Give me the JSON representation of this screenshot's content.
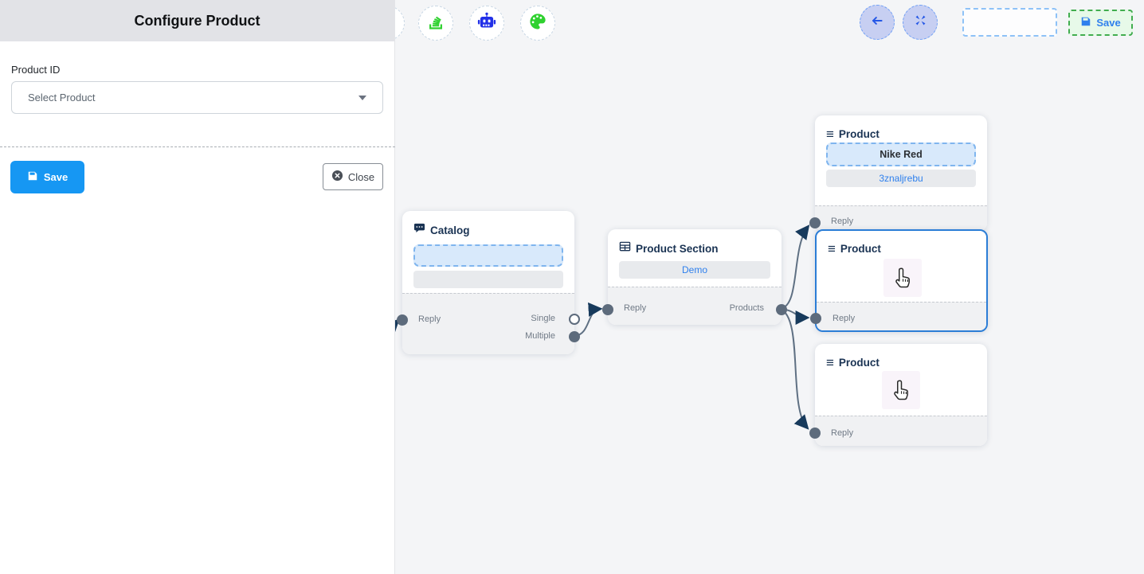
{
  "panel": {
    "title": "Configure Product",
    "product_id_label": "Product ID",
    "select_placeholder": "Select Product",
    "save_label": "Save",
    "close_label": "Close"
  },
  "topbar": {
    "save_label": "Save"
  },
  "toolbar_icons": [
    "stack-icon",
    "robot-icon",
    "palette-icon"
  ],
  "nodes": {
    "catalog": {
      "title": "Catalog",
      "reply": "Reply",
      "single": "Single",
      "multiple": "Multiple"
    },
    "product_section": {
      "title": "Product Section",
      "item": "Demo",
      "reply": "Reply",
      "products": "Products"
    },
    "product1": {
      "title": "Product",
      "item1": "Nike Red",
      "item2": "3znaljrebu",
      "reply": "Reply"
    },
    "product2": {
      "title": "Product",
      "reply": "Reply"
    },
    "product3": {
      "title": "Product",
      "reply": "Reply"
    }
  },
  "colors": {
    "primary_blue": "#1697f3",
    "link_blue": "#2f80ed",
    "node_title_navy": "#1a3353",
    "selected_border": "#2b7dd6",
    "edge_gray": "#5f7083",
    "arrow_navy": "#173a5c",
    "icon_green": "#2fd12f",
    "robot_blue": "#2230e8",
    "save_green_border": "#41ad4f",
    "canvas_bg": "#f4f5f7"
  }
}
